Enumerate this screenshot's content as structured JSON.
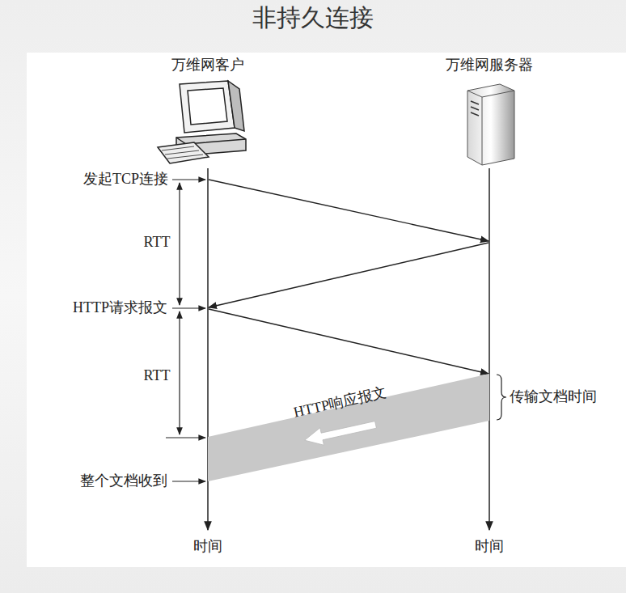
{
  "diagram": {
    "title": "非持久连接",
    "nodes": [
      {
        "text": [
          "万维网客户"
        ]
      },
      {
        "text": [
          "万维网服务器"
        ]
      }
    ],
    "edges": [
      {
        "from": 0,
        "to": 1,
        "arrow": "to"
      },
      {
        "from": 1,
        "to": 0,
        "arrow": "to"
      },
      {
        "from": 0,
        "to": 1,
        "arrow": "to"
      },
      {
        "from": 1,
        "to": 0,
        "label": "HTTP响应报文",
        "arrow": "to"
      }
    ],
    "labels": [
      "发起TCP连接",
      "RTT",
      "HTTP请求报文",
      "RTT",
      "传输文档时间",
      "整个文档收到",
      "时间",
      "时间"
    ]
  }
}
